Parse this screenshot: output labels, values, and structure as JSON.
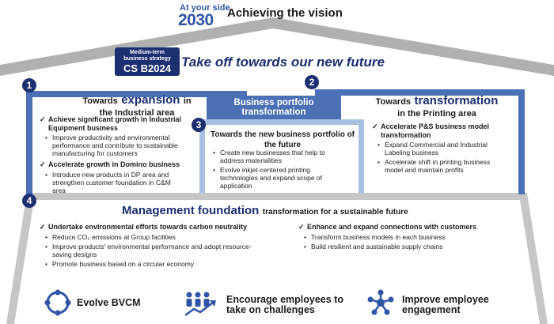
{
  "header": {
    "tagline": "At your side",
    "year": "2030",
    "vision_title": "Achieving the vision"
  },
  "strategy": {
    "label_line1": "Medium-term",
    "label_line2": "business strategy",
    "name": "CS B2024",
    "headline": "Take off towards our new future"
  },
  "section1": {
    "number": "1",
    "title_prefix": "Towards",
    "title_big": "expansion",
    "title_suffix": "in",
    "title_line2": "the Industrial area",
    "items": [
      {
        "check_line1": "Achieve significant growth in Industrial",
        "check_line2": "Equipment business",
        "bullets": [
          [
            "Improve productivity and environmental",
            "performance and contribute to sustainable",
            "manufacturing for customers"
          ]
        ]
      },
      {
        "check_line1": "Accelerate growth in Domino business",
        "check_line2": "",
        "bullets": [
          [
            "Introduce new products in DP area and",
            "strengthen customer foundation in C&M",
            "area"
          ]
        ]
      }
    ]
  },
  "section2": {
    "number": "2",
    "title_prefix": "Towards",
    "title_big": "transformation",
    "title_line2": "in the Printing area",
    "check_line1": "Accelerate P&S business model",
    "check_line2": "transformation",
    "bullets": [
      [
        "Expand Commercial and Industrial",
        "Labeling business"
      ],
      [
        "Accelerate shift in printing business",
        "model and maintain profits"
      ]
    ]
  },
  "section3": {
    "number": "3",
    "box_line1": "Business portfolio",
    "box_line2": "transformation",
    "title_line1": "Towards the new business portfolio of",
    "title_line2": "the future",
    "bullets": [
      [
        "Create new businesses that help to",
        "address materialities"
      ],
      [
        "Evolve inkjet-centered printing",
        "technologies and expand scope of",
        "application"
      ]
    ]
  },
  "section4": {
    "number": "4",
    "title_big": "Management foundation",
    "title_small": "transformation for a sustainable future",
    "left": {
      "check": "Undertake environmental efforts towards carbon neutrality",
      "bullets": [
        [
          "Reduce CO₂ emissions at Group facilities"
        ],
        [
          "Improve products' environmental performance and adopt resource-",
          "saving designs"
        ],
        [
          "Promote business based on a circular economy"
        ]
      ]
    },
    "right": {
      "check": "Enhance and expand connections with customers",
      "bullets": [
        [
          "Transform business models in each business"
        ],
        [
          "Build resilient and sustainable supply chains"
        ]
      ]
    }
  },
  "foundation_pillars": [
    {
      "icon": "cycle-arrows-icon",
      "line1": "Evolve BVCM",
      "line2": ""
    },
    {
      "icon": "growth-people-icon",
      "line1": "Encourage employees to",
      "line2": "take on challenges"
    },
    {
      "icon": "connected-people-icon",
      "line1": "Improve employee",
      "line2": "engagement"
    }
  ],
  "colors": {
    "navy": "#1c2f70",
    "blue": "#2f55a4",
    "mid_blue": "#4b70b5",
    "light_blue": "#a9c1e0",
    "roof_gray": "#b0b0b0",
    "foundation_gray": "#c6c6c6"
  }
}
